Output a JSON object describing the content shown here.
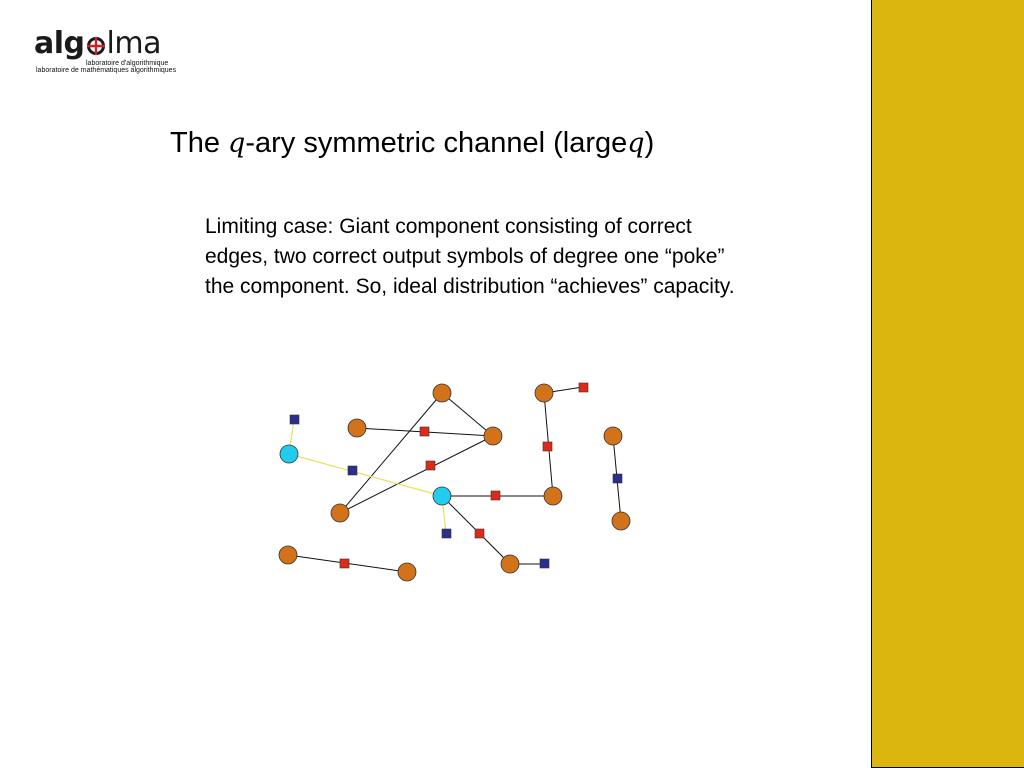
{
  "logo": {
    "word_bold": "alg",
    "word_light": "lma",
    "subtitle_line1": "laboratoire d'algorithmique",
    "subtitle_line2": "laboratoire de mathématiques algorithmiques",
    "colors": {
      "text": "#1a1a1a",
      "ring": "#1a1a1a",
      "cross": "#d42020"
    }
  },
  "slide": {
    "title_pre": "The ",
    "title_var": "q",
    "title_mid": "-ary symmetric channel (large",
    "title_var2": "q",
    "title_post": ")",
    "body": "Limiting case: Giant component consisting of correct edges, two correct output symbols of degree one “poke” the component. So, ideal distribution “achieves” capacity."
  },
  "colors": {
    "sidebar": "#dab60f",
    "input_node": "#d2731a",
    "highlight_node": "#22ccee",
    "red_symbol": "#dd2a1a",
    "blue_symbol": "#2a2e8c",
    "edge_black": "#111111",
    "edge_yellow": "#e8e060"
  }
}
